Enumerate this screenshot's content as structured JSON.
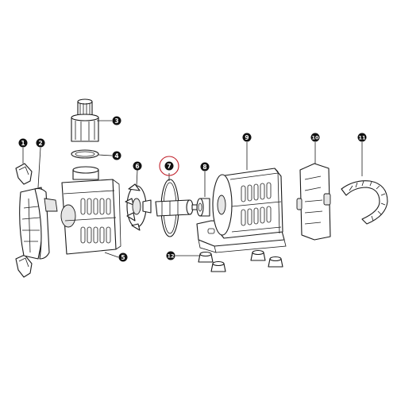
{
  "callouts": [
    {
      "id": "c1",
      "label": "1"
    },
    {
      "id": "c2",
      "label": "2"
    },
    {
      "id": "c3",
      "label": "3"
    },
    {
      "id": "c4",
      "label": "4"
    },
    {
      "id": "c5",
      "label": "5"
    },
    {
      "id": "c6",
      "label": "6"
    },
    {
      "id": "c7",
      "label": "7",
      "highlighted": true
    },
    {
      "id": "c8",
      "label": "8"
    },
    {
      "id": "c9",
      "label": "9"
    },
    {
      "id": "c10",
      "label": "10"
    },
    {
      "id": "c11",
      "label": "11"
    },
    {
      "id": "c12",
      "label": "12"
    }
  ],
  "colors": {
    "line": "#1a1a1a",
    "callout_fill": "#111111",
    "callout_text": "#ffffff",
    "highlight": "#c0202a",
    "background": "#ffffff"
  }
}
